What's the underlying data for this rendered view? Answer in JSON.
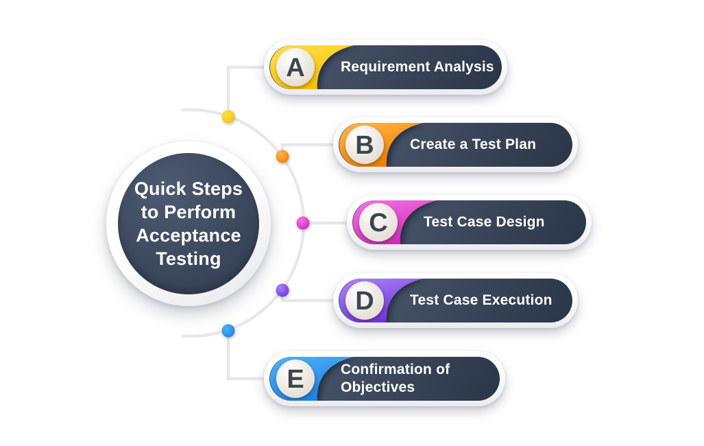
{
  "background_color": "#ffffff",
  "connector_color": "#e8e8ec",
  "center_circle": {
    "title_lines": [
      "Quick Steps",
      "to Perform",
      "Acceptance",
      "Testing"
    ],
    "text_color": "#ffffff",
    "fill_light": "#4c5a72",
    "fill_dark": "#313c4f"
  },
  "pill_style": {
    "body_light": "#4e5c74",
    "body_dark": "#2b3548",
    "border_color": "#ffffff",
    "label_color": "#ffffff",
    "letter_color": "#3e454e",
    "letter_circle_light": "#ffffff",
    "letter_circle_dark": "#ddd7cb"
  },
  "steps": [
    {
      "letter": "A",
      "label": "Requirement Analysis",
      "color_light": "#ffe14a",
      "color_dark": "#f5be00"
    },
    {
      "letter": "B",
      "label": "Create a Test Plan",
      "color_light": "#ffb547",
      "color_dark": "#f07c00"
    },
    {
      "letter": "C",
      "label": "Test Case Design",
      "color_light": "#f473e2",
      "color_dark": "#cb28b5"
    },
    {
      "letter": "D",
      "label": "Test Case Execution",
      "color_light": "#a984f4",
      "color_dark": "#6f2edc"
    },
    {
      "letter": "E",
      "label": "Confirmation of Objectives",
      "color_light": "#4fb0f7",
      "color_dark": "#1c7fe2"
    }
  ]
}
